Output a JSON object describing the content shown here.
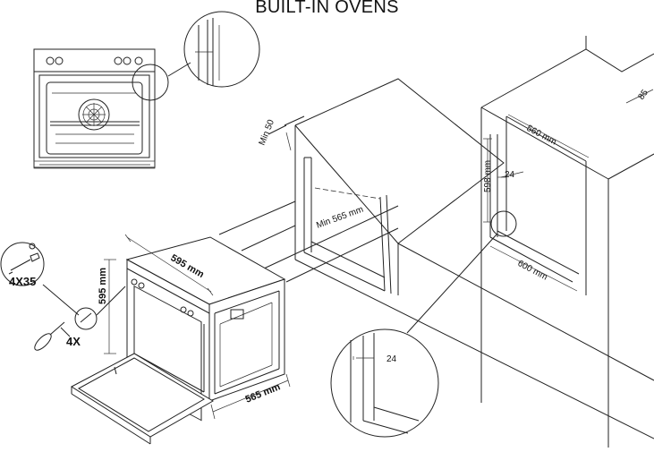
{
  "title": "BUILT-IN OVENS",
  "dimensions": {
    "min_50": "Min 50",
    "min_565": "Min 565 mm",
    "d_560": "560 mm",
    "d_598": "598 mm",
    "d_600": "600 mm",
    "d_85": "85",
    "d_24_upper": "24",
    "d_24_lower": "24",
    "oven_width": "595 mm",
    "oven_height": "595 mm",
    "oven_depth": "565 mm"
  },
  "fasteners": {
    "screw_size": "4X35",
    "screw_count": "4X"
  }
}
